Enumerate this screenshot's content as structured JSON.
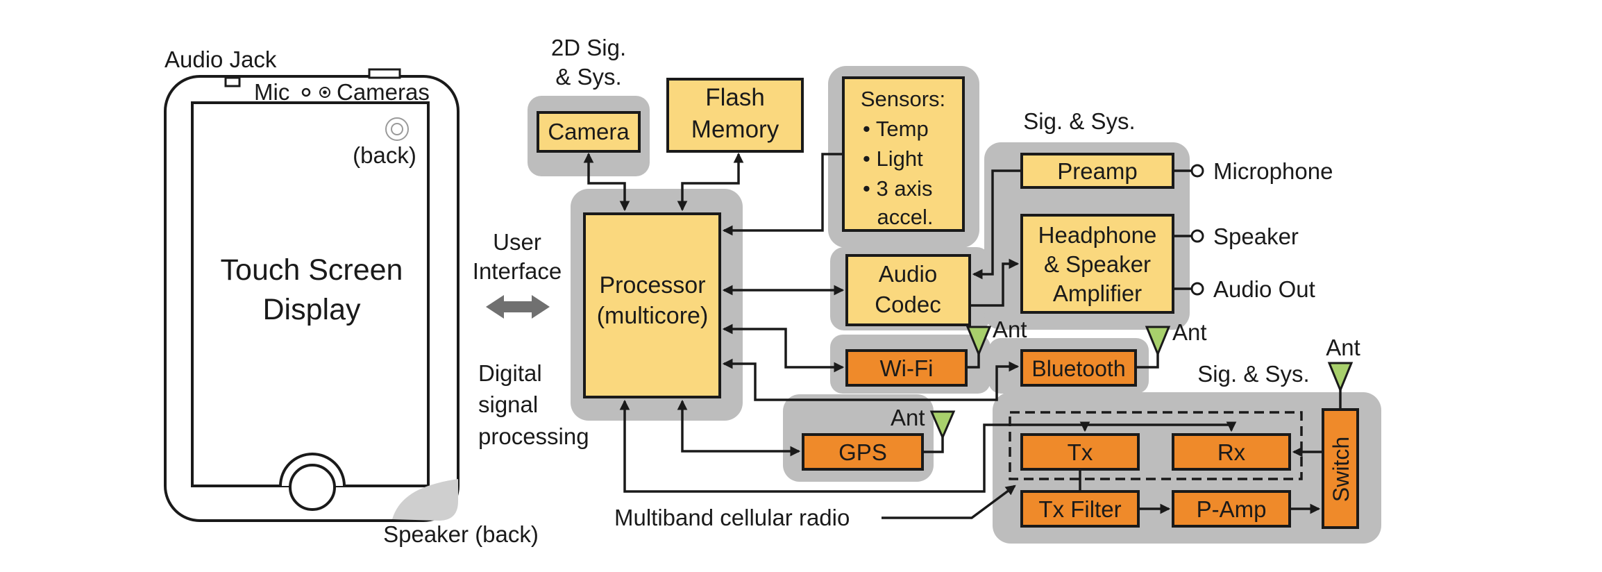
{
  "phone": {
    "audio_jack": "Audio Jack",
    "mic": "Mic",
    "cameras": "Cameras",
    "back_camera": "(back)",
    "screen_line1": "Touch Screen",
    "screen_line2": "Display",
    "speaker_back": "Speaker (back)"
  },
  "annotations": {
    "user_interface_line1": "User",
    "user_interface_line2": "Interface",
    "dsp_line1": "Digital",
    "dsp_line2": "signal",
    "dsp_line3": "processing",
    "multiband": "Multiband cellular radio",
    "sig_sys_camera_line1": "2D Sig.",
    "sig_sys_camera_line2": "& Sys.",
    "sig_sys_audio": "Sig. & Sys.",
    "sig_sys_radio": "Sig. & Sys.",
    "ant": "Ant"
  },
  "blocks": {
    "camera": "Camera",
    "flash_line1": "Flash",
    "flash_line2": "Memory",
    "sensors_title": "Sensors:",
    "sensor_temp": "• Temp",
    "sensor_light": "• Light",
    "sensor_accel_line1": "• 3 axis",
    "sensor_accel_line2": "accel.",
    "processor_line1": "Processor",
    "processor_line2": "(multicore)",
    "preamp": "Preamp",
    "audio_codec_line1": "Audio",
    "audio_codec_line2": "Codec",
    "amp_line1": "Headphone",
    "amp_line2": "& Speaker",
    "amp_line3": "Amplifier",
    "wifi": "Wi-Fi",
    "bluetooth": "Bluetooth",
    "gps": "GPS",
    "tx": "Tx",
    "rx": "Rx",
    "tx_filter": "Tx Filter",
    "p_amp": "P-Amp",
    "switch": "Switch"
  },
  "ports": {
    "microphone": "Microphone",
    "speaker": "Speaker",
    "audio_out": "Audio Out"
  },
  "colors": {
    "yellow_block": "#fad87e",
    "orange_block": "#ef8a2a",
    "group_gray": "#bdbdbd",
    "antenna_green": "#a8d06c",
    "arrow_gray": "#707070"
  }
}
